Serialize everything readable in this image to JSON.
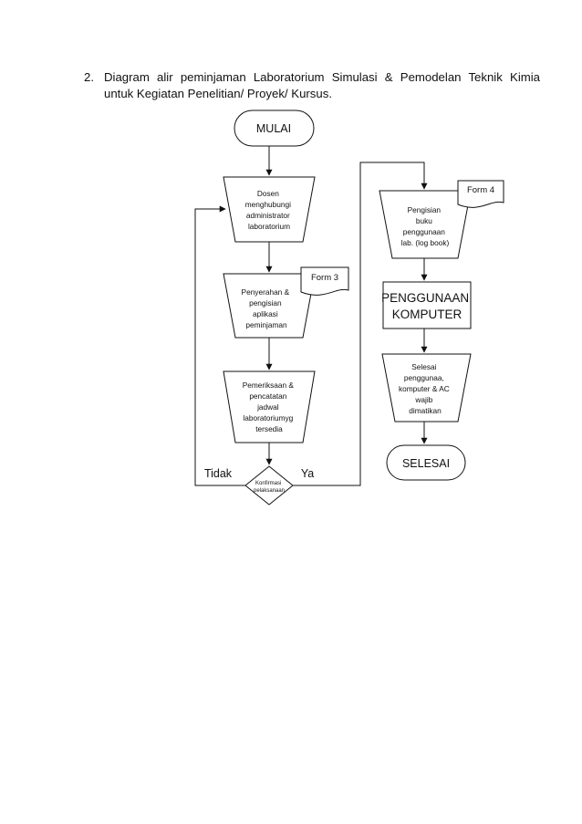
{
  "heading": {
    "number": "2.",
    "line1": "Diagram alir peminjaman Laboratorium Simulasi & Pemodelan Teknik Kimia",
    "line2": "untuk Kegiatan Penelitian/ Proyek/ Kursus."
  },
  "flow": {
    "start": "MULAI",
    "step1": [
      "Dosen",
      "menghubungi",
      "administrator",
      "laboratorium"
    ],
    "step2": [
      "Penyerahan &",
      "pengisian",
      "aplikasi",
      "peminjaman"
    ],
    "form3": "Form 3",
    "step3": [
      "Pemeriksaan &",
      "pencatatan",
      "jadwal",
      "laboratoriumyg",
      "tersedia"
    ],
    "decision": [
      "Konfirmasi",
      "pelaksanaan"
    ],
    "no_label": "Tidak",
    "yes_label": "Ya",
    "step4": [
      "Pengisian",
      "buku",
      "penggunaan",
      "lab. (log book)"
    ],
    "form4": "Form 4",
    "process": [
      "PENGGUNAAN",
      "KOMPUTER"
    ],
    "step5": [
      "Selesai",
      "penggunaa,",
      "komputer & AC",
      "wajib",
      "dimatikan"
    ],
    "end": "SELESAI"
  }
}
